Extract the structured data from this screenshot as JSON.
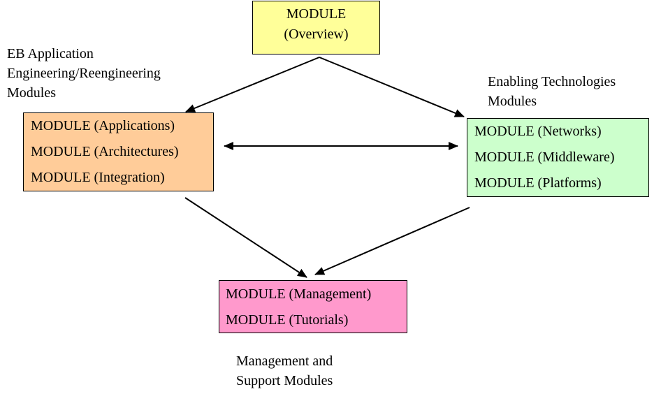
{
  "colors": {
    "overview_fill": "#ffff99",
    "application_fill": "#ffcc99",
    "technology_fill": "#ccffcc",
    "management_fill": "#ff99cc",
    "border": "#000000",
    "arrow": "#000000",
    "background": "#ffffff"
  },
  "overview_box": {
    "line1": "MODULE",
    "line2": "(Overview)"
  },
  "application_box": {
    "items": [
      "MODULE (Applications)",
      "MODULE (Architectures)",
      "MODULE (Integration)"
    ]
  },
  "technology_box": {
    "items": [
      "MODULE (Networks)",
      "MODULE (Middleware)",
      "MODULE (Platforms)"
    ]
  },
  "management_box": {
    "items": [
      "MODULE (Management)",
      "MODULE (Tutorials)"
    ]
  },
  "captions": {
    "application": [
      "EB Application",
      "Engineering/Reengineering",
      "Modules"
    ],
    "technology": [
      "Enabling Technologies",
      "Modules"
    ],
    "management": [
      "Management and",
      "Support Modules"
    ]
  }
}
